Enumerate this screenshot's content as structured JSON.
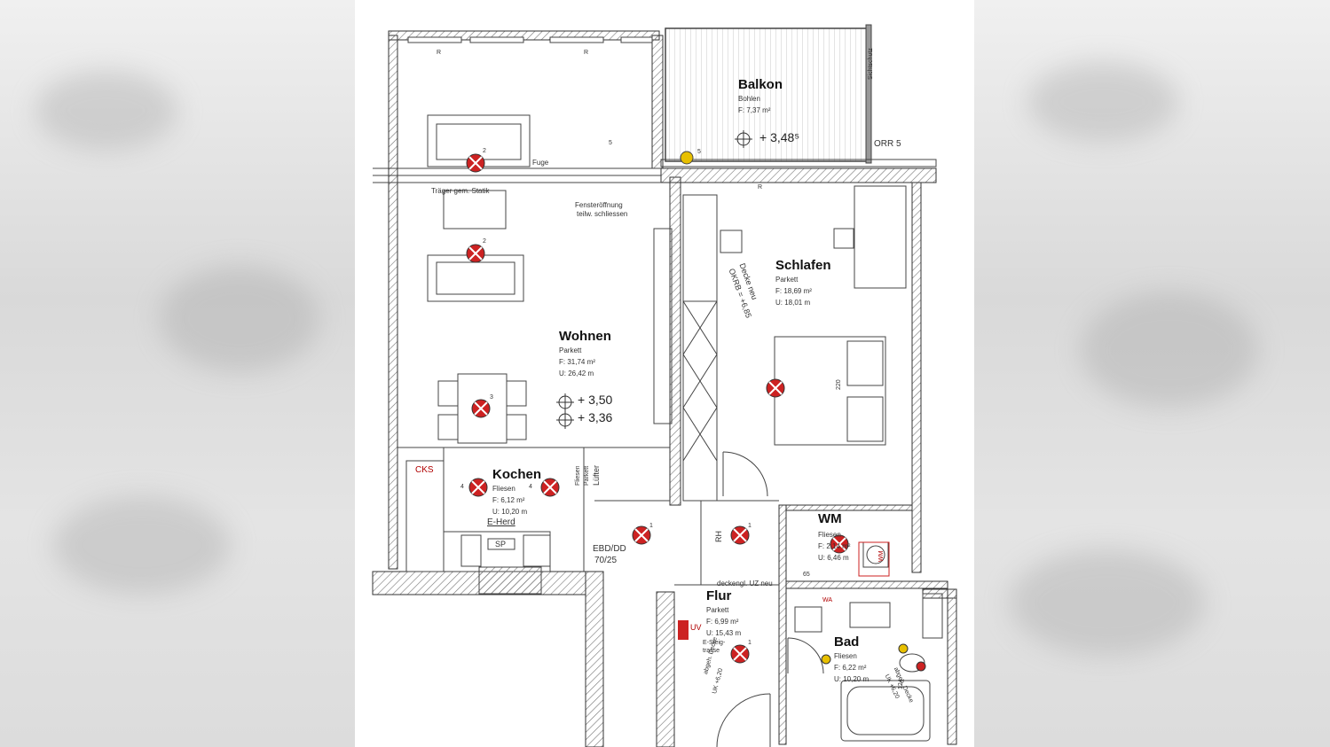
{
  "colors": {
    "wall": "#555555",
    "hatch": "#888888",
    "symbol_red": "#cc2222",
    "background_side": "#dcdcdc",
    "accent_yellow": "#e8c000"
  },
  "rooms": {
    "balkon": {
      "name": "Balkon",
      "material": "Bohlen",
      "area": "F:    7,37 m²",
      "level": "+ 3,48⁵"
    },
    "wohnen": {
      "name": "Wohnen",
      "material": "Parkett",
      "area": "F:     31,74 m²",
      "perimeter": "U:     26,42 m",
      "level1": "+ 3,50",
      "level2": "+ 3,36"
    },
    "schlafen": {
      "name": "Schlafen",
      "material": "Parkett",
      "area": "F:     18,69 m²",
      "perimeter": "U:     18,01 m"
    },
    "kochen": {
      "name": "Kochen",
      "material": "Fliesen",
      "area": "F:     6,12 m²",
      "perimeter": "U:     10,20 m"
    },
    "wm": {
      "name": "WM",
      "material": "Fliesen",
      "area": "F:  2,14 m²",
      "perimeter": "U: 6,46 m"
    },
    "flur": {
      "name": "Flur",
      "material": "Parkett",
      "area": "F:   6,99 m²",
      "perimeter": "U: 15,43 m"
    },
    "bad": {
      "name": "Bad",
      "material": "Fliesen",
      "area": "F:   6,22 m²",
      "perimeter": "U: 10,20 m"
    }
  },
  "annotations": {
    "sichtschutz": "Sichtschutz",
    "orr": "ORR 5",
    "fuge": "Fuge",
    "traeger": "Träger gem. Statik",
    "fenster1": "Fensteröffnung",
    "fenster2": "teilw. schliessen",
    "decke1": "Decke neu",
    "decke2": "OKRB = +6,85",
    "dim_220": "220",
    "cks": "CKS",
    "eherd": "E-Herd",
    "sp": "SP",
    "fliesen": "Fliesen",
    "parkett": "Parkett",
    "luefter": "Lüfter",
    "ebd": "EBD/DD",
    "ebd_dim": "70/25",
    "rh": "RH",
    "deckengl": "deckengl. UZ neu",
    "dim_65": "65",
    "wa": "WA",
    "wm_box": "WM",
    "uv": "UV",
    "esteig1": "E-Steig-",
    "esteig2": "trasse",
    "abgeh_decke": "abgeh. Decke",
    "uk": "UK +6,20",
    "abgeh_decke2": "abgeh. Decke",
    "uk2": "UK +6,20",
    "dim_124": "124",
    "r": "R",
    "num_1": "1",
    "num_2": "2",
    "num_3": "3",
    "num_4": "4",
    "num_5": "5"
  }
}
